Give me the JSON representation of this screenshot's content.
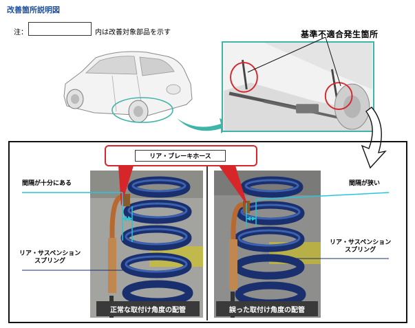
{
  "header": {
    "title": "改善箇所説明図"
  },
  "note": {
    "label": "注：",
    "text": "内は改善対象部品を示す"
  },
  "noncompliance_label": "基準不適合発生箇所",
  "hose_label": "リア・ブレーキホース",
  "left": {
    "gap_label": "間隔が十分にある",
    "spring_label_line1": "リア・サスペンション",
    "spring_label_line2": "スプリング",
    "caption": "正常な取付け角度の配管"
  },
  "right": {
    "gap_label": "間隔が狭い",
    "spring_label_line1": "リア・サスペンション",
    "spring_label_line2": "スプリング",
    "caption": "誤った取付け角度の配管"
  },
  "colors": {
    "teal": "#3fb4a9",
    "red": "#d6262a",
    "cyan": "#25c6d8",
    "navy": "#1a2f6e",
    "title_blue": "#1d4f9c"
  }
}
